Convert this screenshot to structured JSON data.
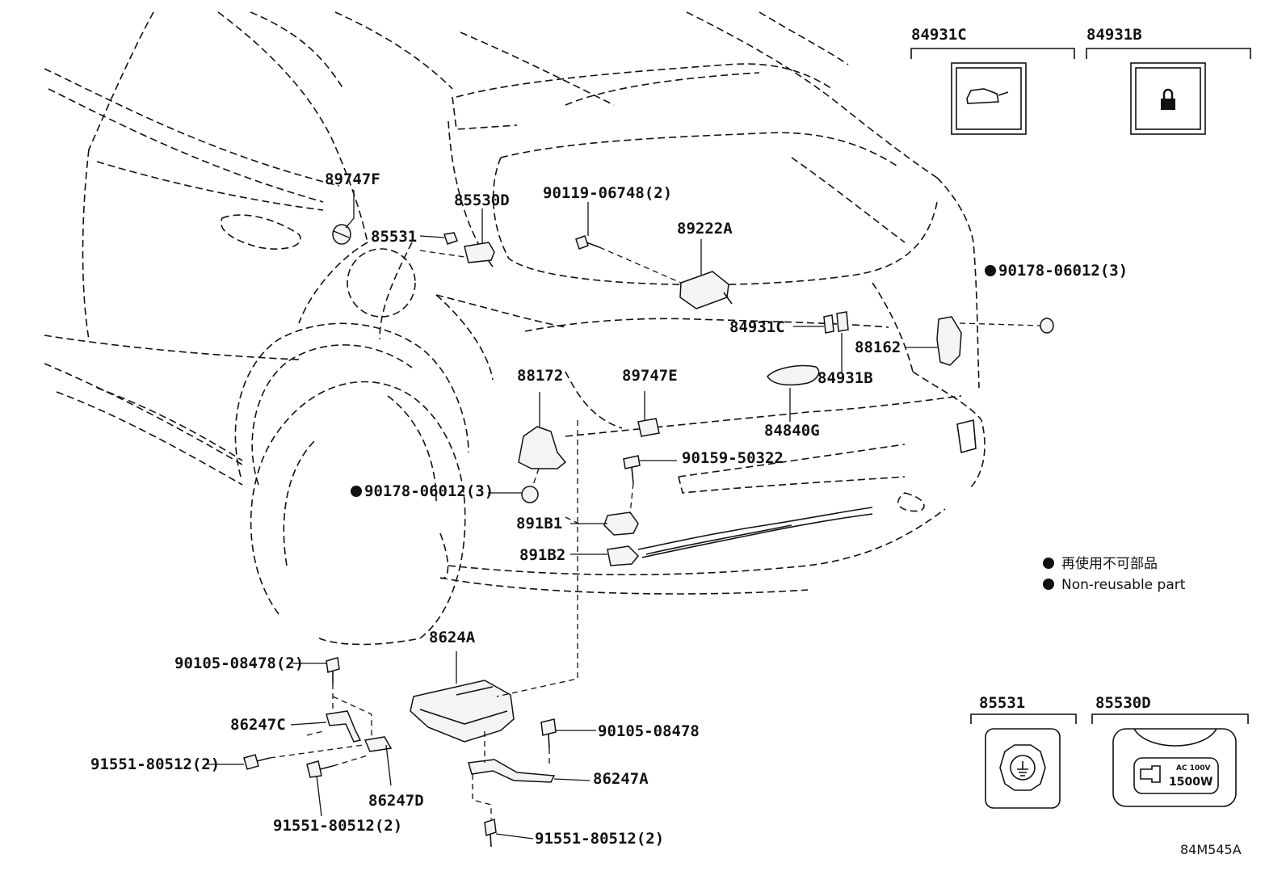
{
  "diagram": {
    "labels": {
      "p89747F": "89747F",
      "p85530D": "85530D",
      "p85531": "85531",
      "p90119": "90119-06748(2)",
      "p89222A": "89222A",
      "p90178_right": "90178-06012(3)",
      "p84931C": "84931C",
      "p88162": "88162",
      "p84931B": "84931B",
      "p88172": "88172",
      "p89747E": "89747E",
      "p84840G": "84840G",
      "p90159": "90159-50322",
      "p90178_left": "90178-06012(3)",
      "p891B1": "891B1",
      "p891B2": "891B2",
      "p8624A": "8624A",
      "p90105_left": "90105-08478(2)",
      "p86247C": "86247C",
      "p91551_left": "91551-80512(2)",
      "p86247D": "86247D",
      "p91551_mid": "91551-80512(2)",
      "p90105_right": "90105-08478",
      "p86247A": "86247A",
      "p91551_bottom": "91551-80512(2)"
    },
    "insets": {
      "top_left_title": "84931C",
      "top_right_title": "84931B",
      "bottom_left_title": "85531",
      "bottom_right_title": "85530D",
      "outlet_text_line1": "AC 100V",
      "outlet_text_line2": "1500W"
    },
    "legend": {
      "line1": "再使用不可部品",
      "line2": "Non-reusable part"
    },
    "footer_code": "84M545A"
  }
}
